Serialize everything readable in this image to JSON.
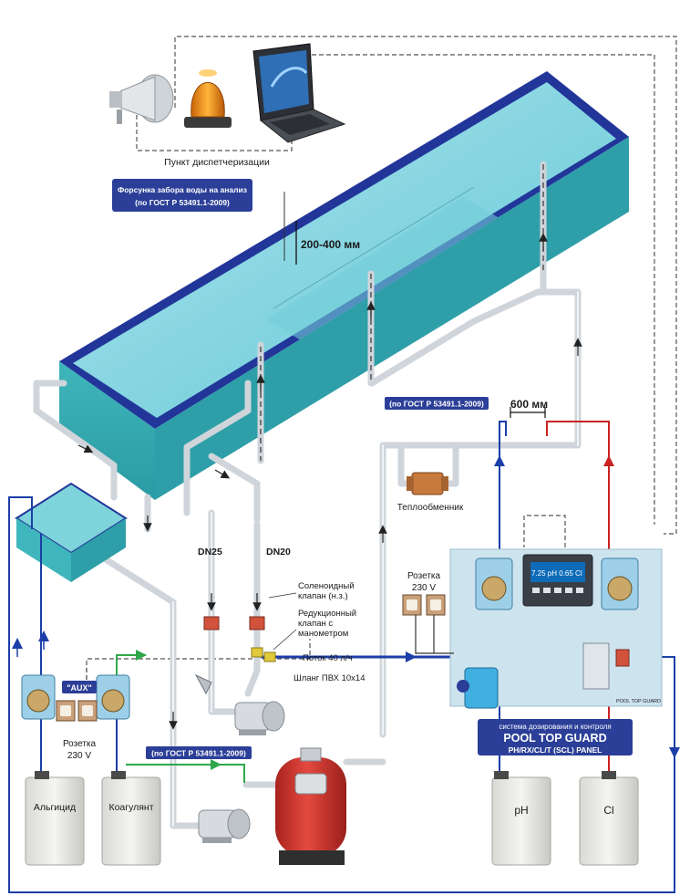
{
  "labels": {
    "dispatch_point": "Пункт диспетчеризации",
    "nozzle_line1": "Форсунка забора воды на анализ",
    "nozzle_line2": "(по ГОСТ Р 53491.1-2009)",
    "depth": "200-400 мм",
    "gost_top": "(по ГОСТ Р 53491.1-2009)",
    "distance": "600 мм",
    "heat_exchanger": "Теплообменник",
    "socket_right_1": "Розетка",
    "socket_right_2": "230 V",
    "dn25": "DN25",
    "dn20": "DN20",
    "solenoid_1": "Соленоидный",
    "solenoid_2": "клапан (н.з.)",
    "reducer_1": "Редукционный",
    "reducer_2": "клапан с",
    "reducer_3": "манометром",
    "flow": "Поток 40 л/ч",
    "hose": "Шланг ПВХ 10х14",
    "aux": "\"AUX\"",
    "socket_left_1": "Розетка",
    "socket_left_2": "230 V",
    "gost_bottom": "(по ГОСТ Р 53491.1-2009)",
    "system_title": "система дозирования и контроля",
    "product_name": "POOL TOP GUARD",
    "product_sub": "PH/RX/CL/T (SCL) PANEL",
    "panel_small": "POOL TOP GUARD",
    "controller_screen": "7.25 pH 0.65 Cl",
    "tank_algicide": "Альгицид",
    "tank_coagulant": "Коагулянт",
    "tank_ph": "pH",
    "tank_cl": "Cl"
  },
  "colors": {
    "pool_water": "#4fc3c6",
    "pool_rim": "#22369a",
    "pipe": "#d8dde2",
    "tag": "#2b3f98",
    "blue_line": "#1c3ea8",
    "red_line": "#cc2222",
    "green_arrow": "#2ea84a",
    "filter": "#d63a34",
    "panel_bg": "#cde4ef"
  }
}
